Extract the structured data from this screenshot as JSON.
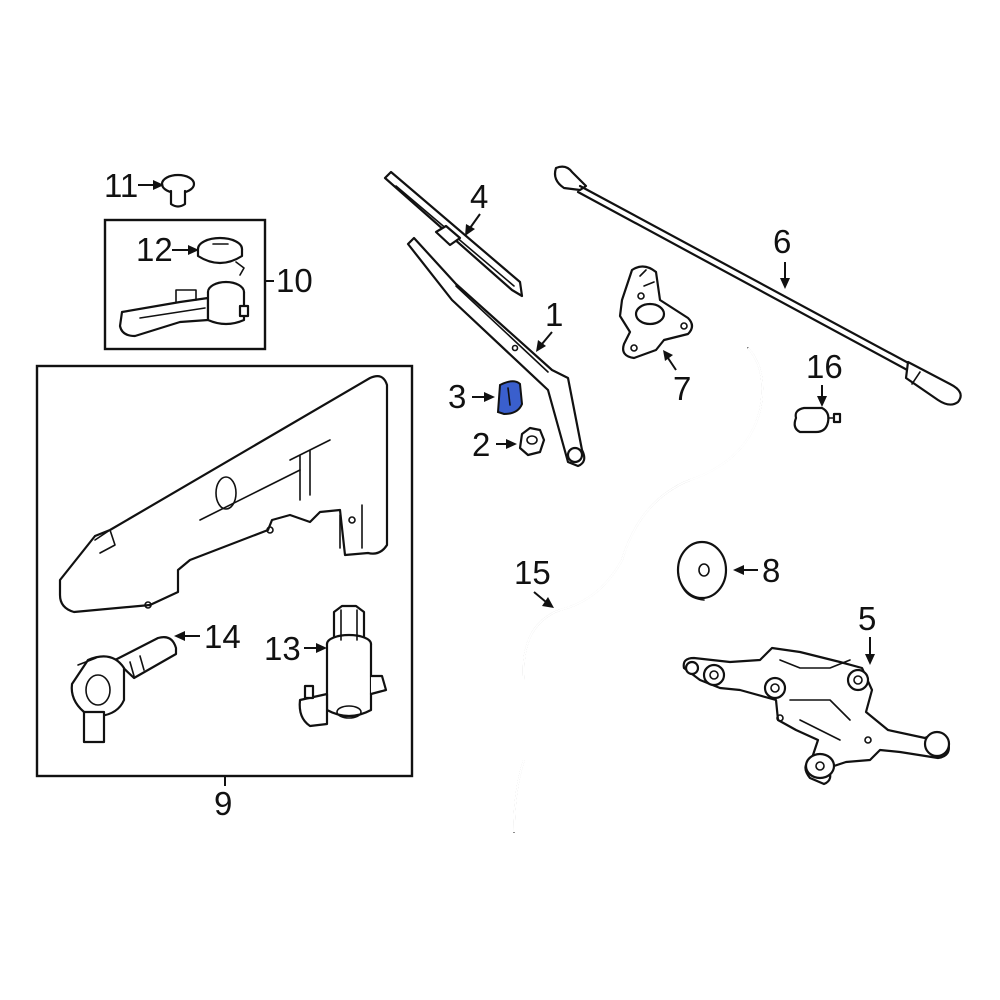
{
  "diagram": {
    "callouts": {
      "c1": "1",
      "c2": "2",
      "c3": "3",
      "c4": "4",
      "c5": "5",
      "c6": "6",
      "c7": "7",
      "c8": "8",
      "c9": "9",
      "c10": "10",
      "c11": "11",
      "c12": "12",
      "c13": "13",
      "c14": "14",
      "c15": "15",
      "c16": "16"
    },
    "colors": {
      "line": "#111111",
      "background": "#ffffff",
      "highlight_part": "#3a5fcd"
    },
    "highlighted_part": "3"
  }
}
